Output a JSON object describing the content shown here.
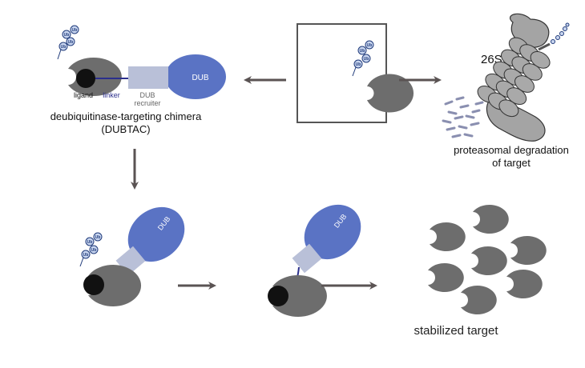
{
  "labels": {
    "target": "target",
    "ub": "Ub",
    "ligand": "ligand",
    "linker": "linker",
    "dub": "DUB",
    "dub_recruiter_line1": "DUB",
    "dub_recruiter_line2": "recruiter",
    "dubtac_line1": "deubiquitinase-targeting chimera",
    "dubtac_line2": "(DUBTAC)",
    "proteasome": "26S",
    "degradation_line1": "proteasomal degradation",
    "degradation_line2": "of target",
    "stabilized": "stabilized target"
  },
  "colors": {
    "target": "#6d6d6d",
    "dub": "#5a73c4",
    "recruiter": "#b9c0d8",
    "linker": "#2b2f8c",
    "ligand": "#111111",
    "arrow": "#5a5353",
    "proteasome": "#9c9c9c",
    "ub": "#c9d6f0"
  }
}
